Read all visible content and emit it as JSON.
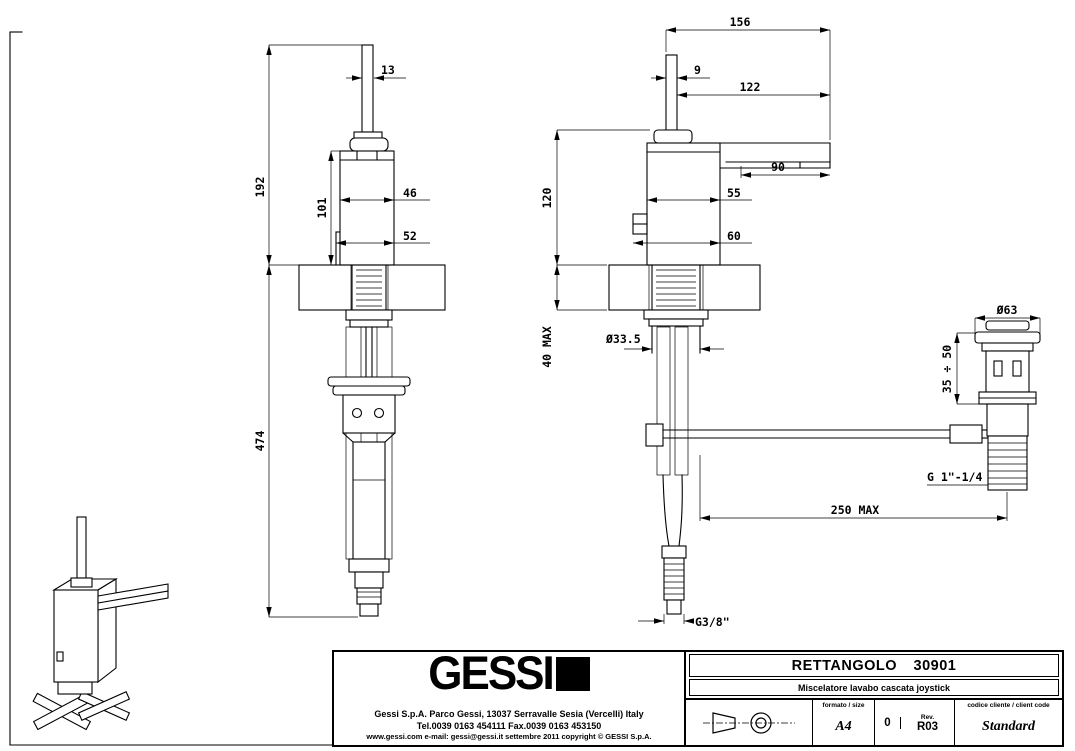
{
  "dims": {
    "front": {
      "w13": "13",
      "h192": "192",
      "h101": "101",
      "w46": "46",
      "w52": "52",
      "h474": "474"
    },
    "side": {
      "w156": "156",
      "w9": "9",
      "w122": "122",
      "w90": "90",
      "h120": "120",
      "w55": "55",
      "w60": "60",
      "h40max": "40 MAX",
      "dia335": "Ø33.5",
      "w250max": "250 MAX",
      "g38": "G3/8\""
    },
    "drain": {
      "dia63": "Ø63",
      "h3550": "35 ÷ 50",
      "g114": "G 1\"-1/4"
    }
  },
  "title_block": {
    "logo": "GESSI",
    "product_code": "RETTANGOLO 30901",
    "product_desc": "Miscelatore lavabo cascata joystick",
    "address": "Gessi S.p.A. Parco Gessi, 13037 Serravalle Sesia (Vercelli) Italy",
    "phone": "Tel.0039 0163 454111 Fax.0039 0163 453150",
    "web": "www.gessi.com e-mail: gessi@gessi.it settembre 2011 copyright © GESSI S.p.A.",
    "format_label": "formato / size",
    "format_value": "A4",
    "rev_label": "Rev.",
    "rev_num": "0",
    "rev_code": "R03",
    "client_label": "codice cliente / client code",
    "client_value": "Standard"
  }
}
